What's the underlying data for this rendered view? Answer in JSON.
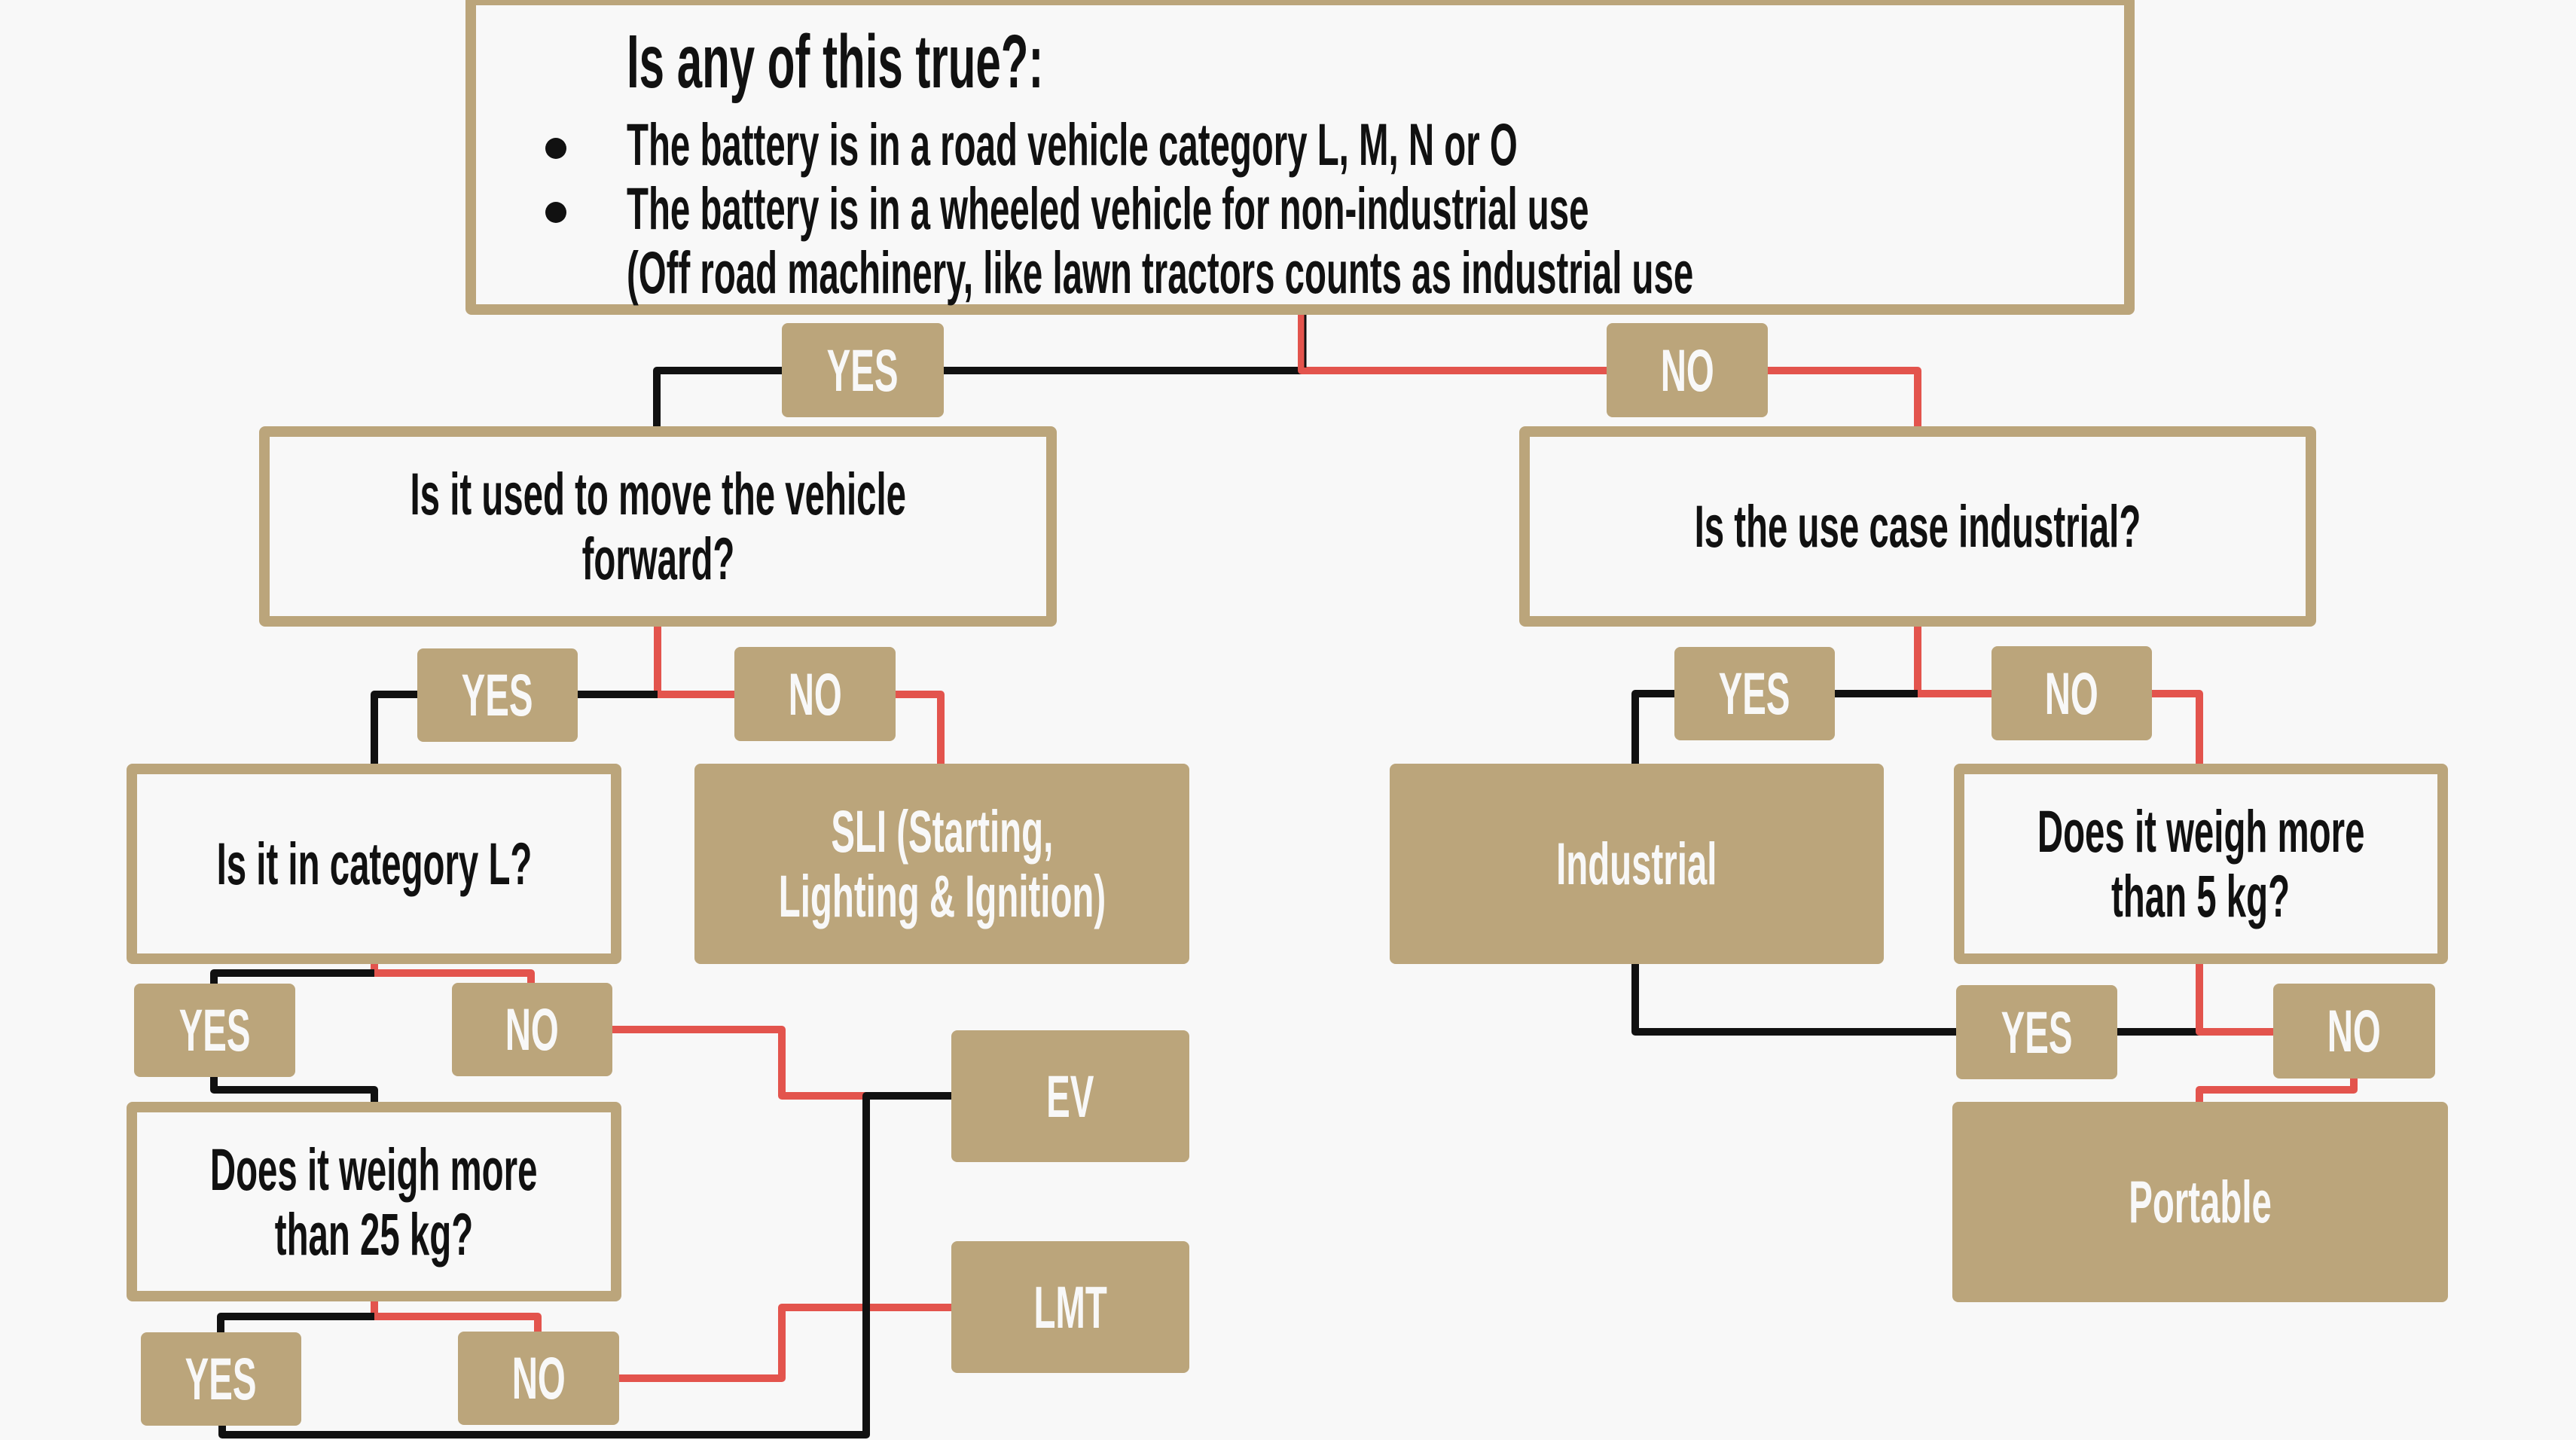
{
  "colors": {
    "background": "#F8F8F8",
    "tan": "#BBA57B",
    "yes_line": "#111111",
    "no_line": "#E3544D",
    "text_dark": "#111111",
    "text_light": "#F8F8F8"
  },
  "root_question": {
    "title": "Is any of this true?:",
    "bullets": [
      "The battery is in a road vehicle category L, M, N or O",
      "The battery is in a wheeled vehicle for non-industrial use"
    ],
    "note": "(Off road machinery, like lawn tractors counts as industrial use"
  },
  "questions": {
    "propulsion": [
      "Is it used to move the vehicle",
      "forward?"
    ],
    "industrial_use": [
      "Is the use case industrial?"
    ],
    "category_l": [
      "Is it in category L?"
    ],
    "weight_25kg": [
      "Does it weigh more",
      "than 25 kg?"
    ],
    "weight_5kg": [
      "Does it weigh more",
      "than 5 kg?"
    ]
  },
  "outcomes": {
    "sli": [
      "SLI (Starting,",
      "Lighting & Ignition)"
    ],
    "industrial": "Industrial",
    "ev": "EV",
    "lmt": "LMT",
    "portable": "Portable"
  },
  "answers": {
    "yes": "YES",
    "no": "NO"
  },
  "edges": [
    {
      "from": "root",
      "answer": "YES",
      "to": "propulsion"
    },
    {
      "from": "root",
      "answer": "NO",
      "to": "industrial_use"
    },
    {
      "from": "propulsion",
      "answer": "YES",
      "to": "category_l"
    },
    {
      "from": "propulsion",
      "answer": "NO",
      "to": "sli"
    },
    {
      "from": "industrial_use",
      "answer": "YES",
      "to": "industrial"
    },
    {
      "from": "industrial_use",
      "answer": "NO",
      "to": "weight_5kg"
    },
    {
      "from": "category_l",
      "answer": "YES",
      "to": "weight_25kg"
    },
    {
      "from": "category_l",
      "answer": "NO",
      "to": "ev"
    },
    {
      "from": "weight_25kg",
      "answer": "YES",
      "to": "ev"
    },
    {
      "from": "weight_25kg",
      "answer": "NO",
      "to": "lmt"
    },
    {
      "from": "weight_5kg",
      "answer": "YES",
      "to": "industrial"
    },
    {
      "from": "weight_5kg",
      "answer": "NO",
      "to": "portable"
    }
  ]
}
